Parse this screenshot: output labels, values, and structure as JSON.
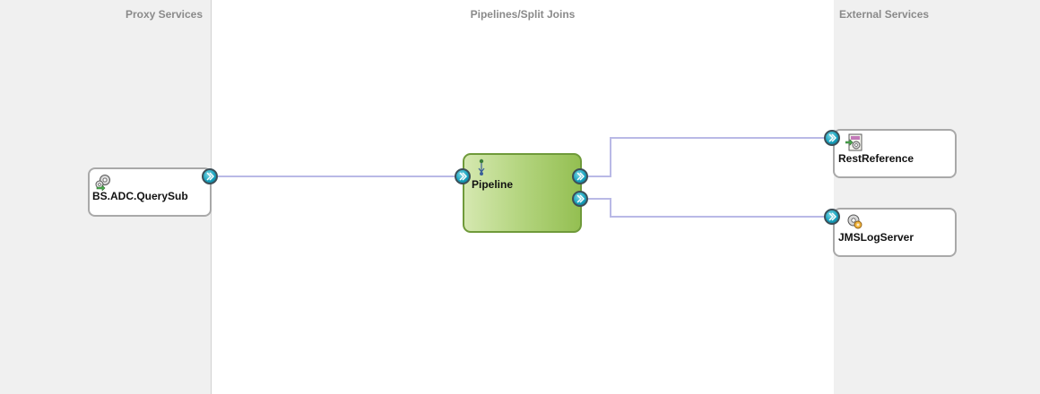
{
  "lanes": {
    "proxy_title": "Proxy Services",
    "pipeline_title": "Pipelines/Split Joins",
    "external_title": "External Services"
  },
  "nodes": {
    "proxy": {
      "label": "BS.ADC.QuerySub",
      "icon": "gear-service-icon"
    },
    "pipeline": {
      "label": "Pipeline",
      "icon": "pipeline-flow-icon"
    },
    "rest": {
      "label": "RestReference",
      "icon": "rest-service-icon"
    },
    "jms": {
      "label": "JMSLogServer",
      "icon": "jms-service-icon"
    }
  },
  "colors": {
    "wire": "#b9b9e6",
    "port": "#1aa3bf",
    "pipeline_fill": "#a9cd6c",
    "pipeline_border": "#6f9a3a",
    "node_border": "#a9a9a9",
    "lane_title": "#8a8a8a"
  }
}
